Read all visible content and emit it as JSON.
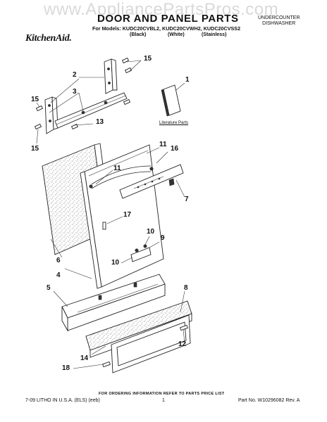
{
  "watermark": "www.AppliancePartsPros.com",
  "header": {
    "title": "DOOR AND PANEL PARTS",
    "models": "For Models: KUDC20CVBL2, KUDC20CVWH2, KUDC20CVSS2",
    "variants": [
      "(Black)",
      "(White)",
      "(Stainless)"
    ],
    "category": "UNDERCOUNTER\nDISHWASHER",
    "brand": "KitchenAid."
  },
  "diagram": {
    "literature_label": "Literature Parts",
    "callouts": [
      "15",
      "2",
      "3",
      "15",
      "13",
      "15",
      "1",
      "11",
      "16",
      "11",
      "7",
      "17",
      "10",
      "9",
      "10",
      "6",
      "4",
      "5",
      "8",
      "14",
      "12",
      "18"
    ]
  },
  "footer": {
    "ordering_info": "FOR ORDERING INFORMATION REFER TO PARTS PRICE LIST",
    "litho": "7-09 LITHO IN U.S.A. (ELS) (eeb)",
    "page": "1",
    "part_no": "Part No. W10296082 Rev. A"
  }
}
